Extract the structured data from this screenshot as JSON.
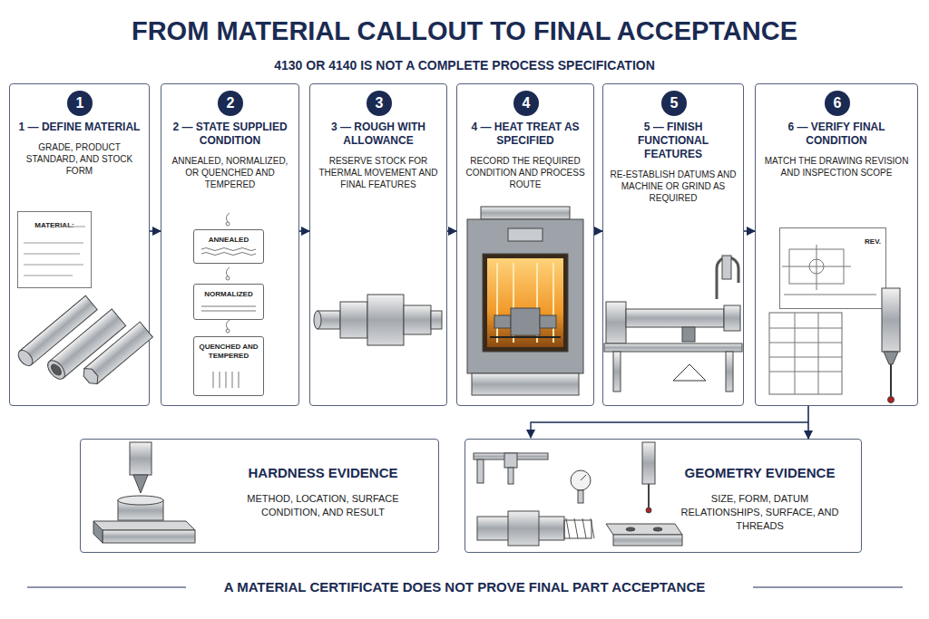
{
  "diagram": {
    "title": "FROM MATERIAL CALLOUT TO FINAL ACCEPTANCE",
    "caption": "A MATERIAL CERTIFICATE DOES NOT PROVE FINAL PART ACCEPTANCE",
    "nodes": [
      {
        "text": [
          "1 — DEFINE MATERIAL",
          "GRADE, PRODUCT STANDARD, AND STOCK FORM"
        ]
      },
      {
        "text": [
          "1"
        ],
        "in": 0
      },
      {
        "text": [
          "MATERIAL:"
        ],
        "in": 0
      },
      {
        "text": [
          "2 — STATE SUPPLIED CONDITION",
          "ANNEALED, NORMALIZED, OR QUENCHED AND TEMPERED"
        ]
      },
      {
        "text": [
          "2"
        ],
        "in": 3
      },
      {
        "text": [
          "ANNEALED"
        ],
        "in": 3
      },
      {
        "text": [
          "NORMALIZED"
        ],
        "in": 3
      },
      {
        "text": [
          "QUENCHED AND TEMPERED"
        ],
        "in": 3
      },
      {
        "text": [
          "3 — ROUGH WITH ALLOWANCE",
          "RESERVE STOCK FOR THERMAL MOVEMENT AND FINAL FEATURES"
        ]
      },
      {
        "text": [
          "3"
        ],
        "in": 8
      },
      {
        "text": [
          "4 — HEAT TREAT AS SPECIFIED",
          "RECORD THE REQUIRED CONDITION AND PROCESS ROUTE"
        ]
      },
      {
        "text": [
          "4"
        ],
        "in": 10
      },
      {
        "text": [
          "5 — FINISH FUNCTIONAL FEATURES",
          "RE-ESTABLISH DATUMS AND MACHINE OR GRIND AS REQUIRED"
        ]
      },
      {
        "text": [
          "5"
        ],
        "in": 12
      },
      {
        "text": [
          "6 — VERIFY FINAL CONDITION",
          "MATCH THE DRAWING REVISION AND INSPECTION SCOPE"
        ]
      },
      {
        "text": [
          "6"
        ],
        "in": 14
      },
      {
        "text": [
          "REV."
        ],
        "in": 14
      },
      {
        "text": [
          "HARDNESS EVIDENCE",
          "METHOD, LOCATION, SURFACE CONDITION, AND RESULT"
        ]
      },
      {
        "text": [
          "GEOMETRY EVIDENCE",
          "SIZE, FORM, DATUM RELATIONSHIPS, SURFACE, AND THREADS"
        ]
      }
    ],
    "edges": [
      {
        "from": 0,
        "to": 3,
        "arrow": "to"
      },
      {
        "from": 3,
        "to": 8,
        "arrow": "to"
      },
      {
        "from": 8,
        "to": 10,
        "arrow": "to"
      },
      {
        "from": 10,
        "to": 12,
        "arrow": "to"
      },
      {
        "from": 12,
        "to": 14,
        "arrow": "to"
      },
      {
        "from": 14,
        "to": 18,
        "arrow": "to"
      }
    ],
    "labels": [
      "4130 OR 4140 IS NOT A COMPLETE PROCESS SPECIFICATION"
    ]
  }
}
